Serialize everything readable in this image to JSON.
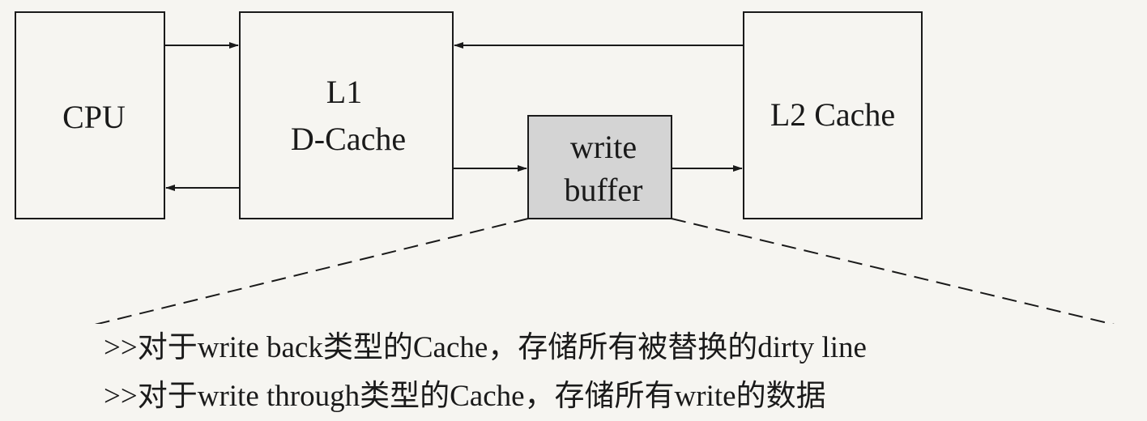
{
  "blocks": {
    "cpu": {
      "label": "CPU"
    },
    "l1": {
      "line1": "L1",
      "line2": "D-Cache"
    },
    "write_buffer": {
      "line1": "write",
      "line2": "buffer",
      "fill": "#d4d4d4"
    },
    "l2": {
      "label": "L2 Cache"
    }
  },
  "notes": [
    ">>对于write back类型的Cache，存储所有被替换的dirty line",
    ">>对于write through类型的Cache，存储所有write的数据"
  ],
  "colors": {
    "stroke": "#1a1a1a",
    "background": "#f6f5f1"
  }
}
